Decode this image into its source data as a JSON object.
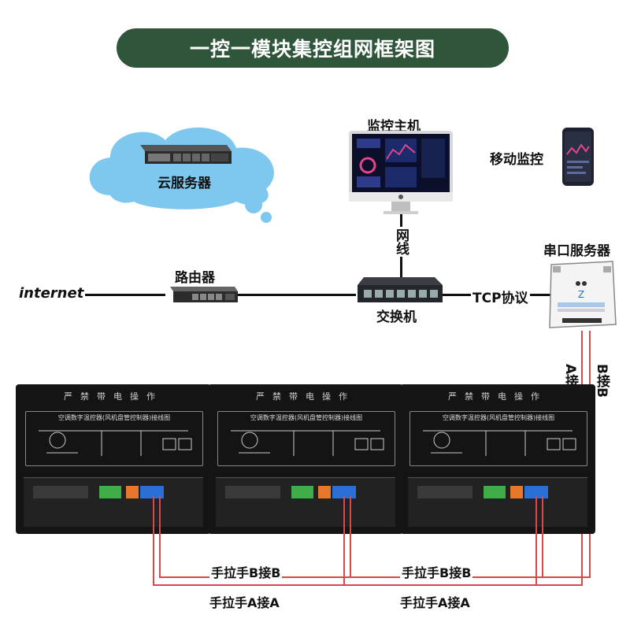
{
  "title": "一控一模块集控组网框架图",
  "labels": {
    "cloud_server": "云服务器",
    "monitor_host": "监控主机",
    "mobile_monitor": "移动监控",
    "serial_server": "串口服务器",
    "router": "路由器",
    "internet": "internet",
    "switch": "交换机",
    "network_cable": "网线",
    "tcp": "TCP协议",
    "a_connect": "A接A",
    "b_connect": "B接B",
    "hand_b": "手拉手B接B",
    "hand_a": "手拉手A接A"
  },
  "controller": {
    "warning": "严禁带电操作",
    "subtitle": "空调数字温控器(风机盘管控制器)接线图"
  },
  "colors": {
    "title_bg": "#2f553a",
    "cloud": "#7ec8ef",
    "wire_red": "#d94848",
    "terminal_green": "#3fae49",
    "terminal_orange": "#e8772c",
    "terminal_blue": "#2a6fd6"
  }
}
